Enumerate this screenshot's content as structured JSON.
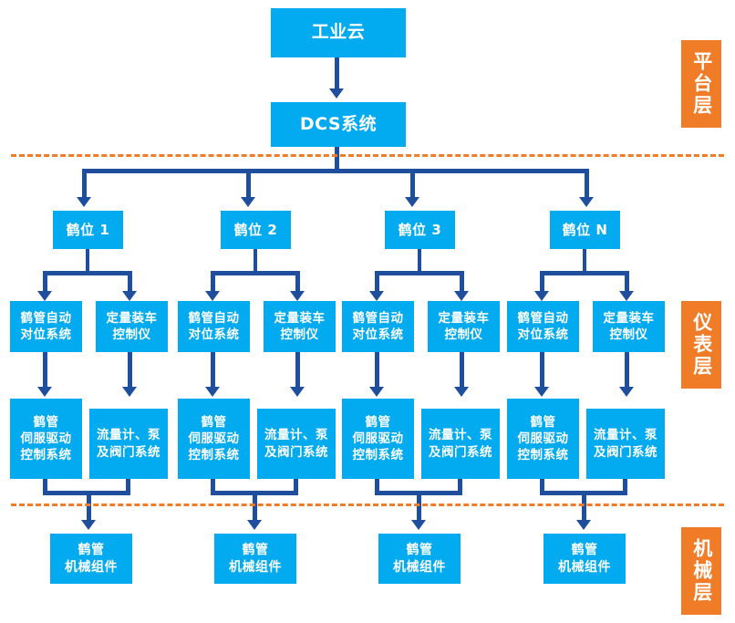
{
  "diagram": {
    "title_box": {
      "label": "工业云"
    },
    "dcs_box": {
      "label": "DCS系统"
    },
    "layers": [
      {
        "name": "platform-layer",
        "label": "平台层",
        "chars": [
          "平",
          "台",
          "层"
        ]
      },
      {
        "name": "instrument-layer",
        "label": "仪表层",
        "chars": [
          "仪",
          "表",
          "层"
        ]
      },
      {
        "name": "mechanical-layer",
        "label": "机械层",
        "chars": [
          "机",
          "械",
          "层"
        ]
      }
    ],
    "bays": [
      {
        "label": "鹤位 1"
      },
      {
        "label": "鹤位 2"
      },
      {
        "label": "鹤位 3"
      },
      {
        "label": "鹤位 N"
      }
    ],
    "instrument_left_label": "鹤管自动\n对位系统",
    "instrument_right_label": "定量装车\n控制仪",
    "drive_left_label": "鹤管\n伺服驱动\n控制系统",
    "drive_right_label": "流量计、泵\n及阀门系统",
    "mechanical_label": "鹤管\n机械组件",
    "colors": {
      "box_blue": "#02AAEF",
      "connector_navy": "#1F4E9C",
      "layer_orange": "#F07C28",
      "divider_orange": "#F07C28",
      "background": "#FFFFFF"
    }
  }
}
